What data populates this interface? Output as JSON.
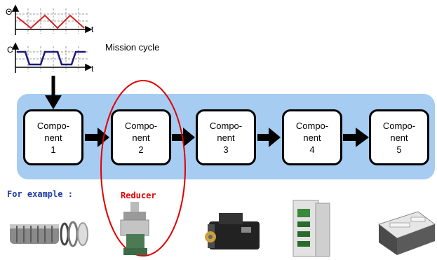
{
  "graphs": {
    "top_axis_label": "Θ",
    "top_time_label": "t",
    "bottom_axis_label": "C",
    "bottom_time_label": "t",
    "top_color": "#d62020",
    "bottom_color": "#1a1a7a"
  },
  "mission_cycle_label": "Mission cycle",
  "components": [
    {
      "line1": "Compo-",
      "line2": "nent",
      "num": "1"
    },
    {
      "line1": "Compo-",
      "line2": "nent",
      "num": "2"
    },
    {
      "line1": "Compo-",
      "line2": "nent",
      "num": "3"
    },
    {
      "line1": "Compo-",
      "line2": "nent",
      "num": "4"
    },
    {
      "line1": "Compo-",
      "line2": "nent",
      "num": "5"
    }
  ],
  "for_example_label": "For example :",
  "reducer_label": "Reducer",
  "colors": {
    "band": "#a7ccf2",
    "highlight": "#e00000",
    "for_example": "#1f3aa6"
  }
}
